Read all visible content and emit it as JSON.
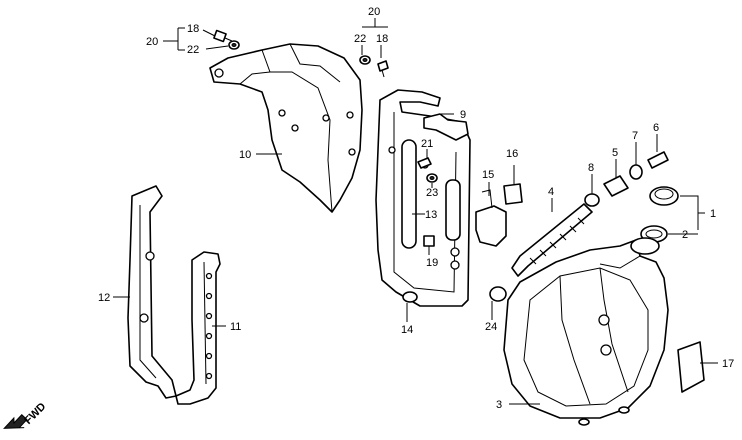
{
  "callouts": {
    "c1": "1",
    "c2": "2",
    "c3": "3",
    "c4": "4",
    "c5": "5",
    "c6": "6",
    "c7": "7",
    "c8": "8",
    "c9": "9",
    "c10": "10",
    "c11": "11",
    "c12": "12",
    "c13": "13",
    "c14": "14",
    "c15": "15",
    "c16": "16",
    "c17": "17",
    "c18a": "18",
    "c18b": "18",
    "c19": "19",
    "c20a": "20",
    "c20b": "20",
    "c21": "21",
    "c22a": "22",
    "c22b": "22",
    "c23": "23",
    "c24": "24"
  },
  "fwd_label": "FWD"
}
